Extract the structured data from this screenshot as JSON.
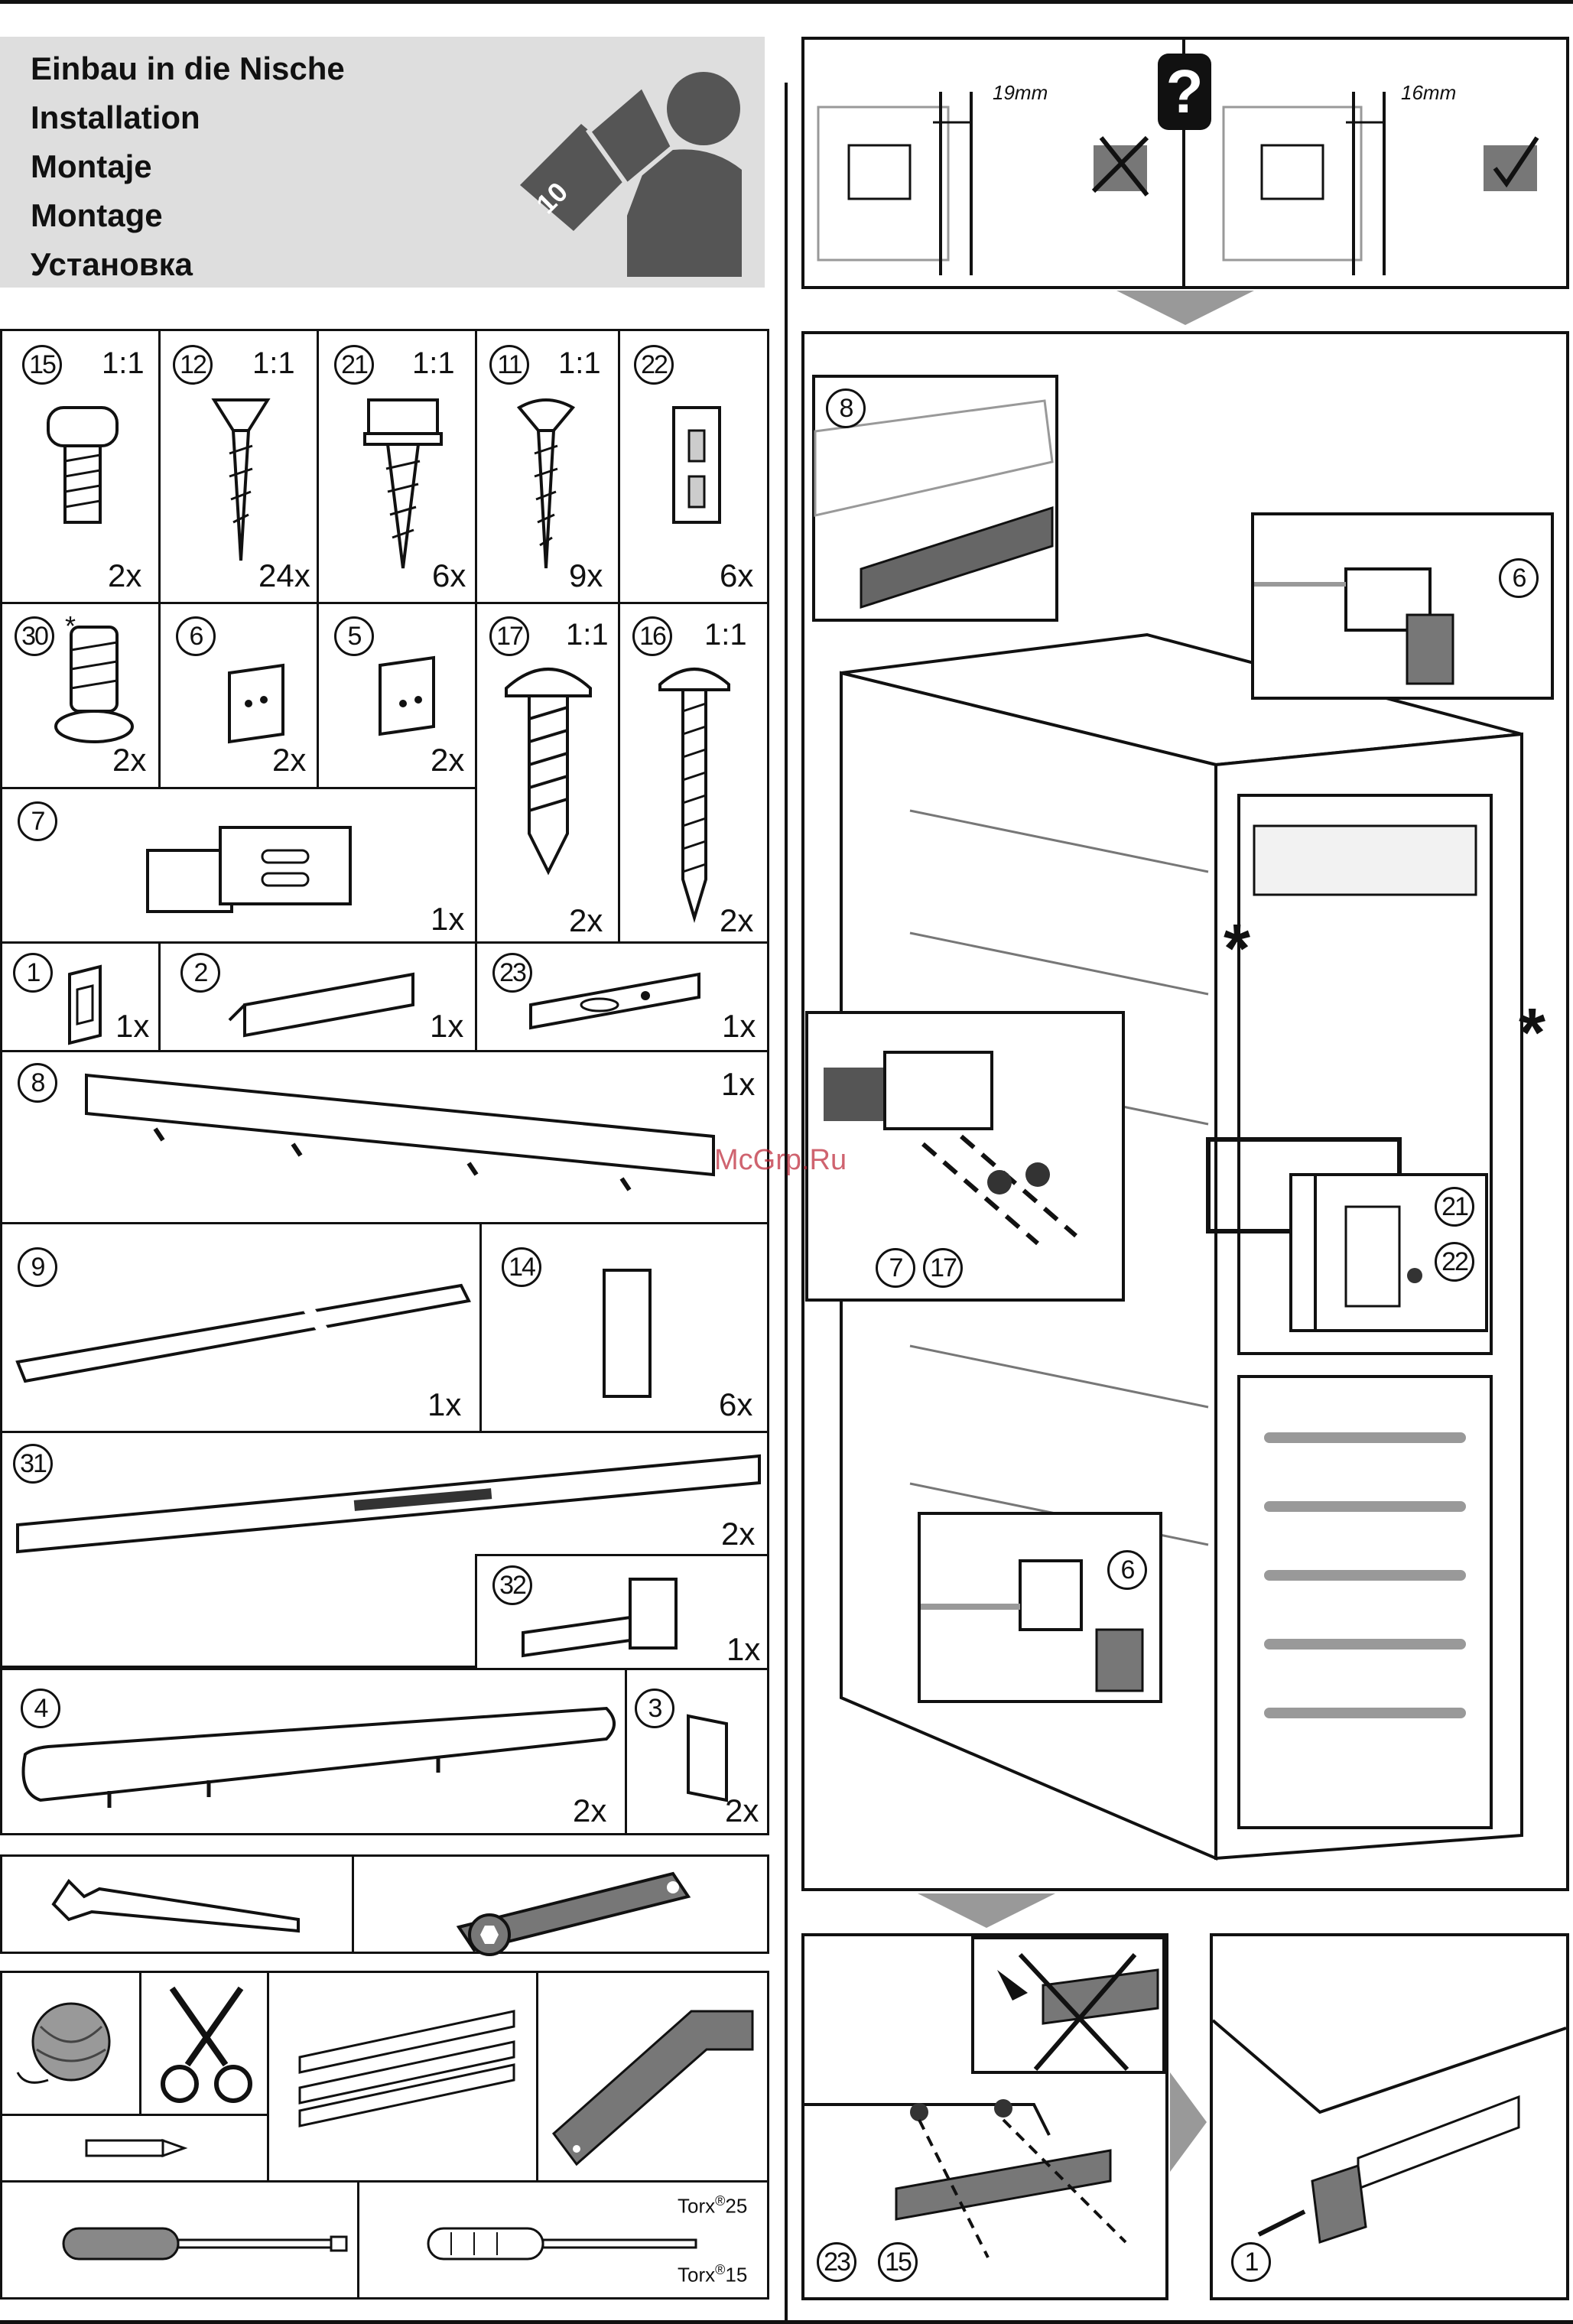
{
  "header": {
    "lines": [
      "Einbau in die Nische",
      "Installation",
      "Montaje",
      "Montage",
      "Установка"
    ],
    "manual_icon_number": "10"
  },
  "parts": [
    {
      "num": "15",
      "ratio": "1:1",
      "qty": "2x"
    },
    {
      "num": "12",
      "ratio": "1:1",
      "qty": "24x"
    },
    {
      "num": "21",
      "ratio": "1:1",
      "qty": "6x"
    },
    {
      "num": "11",
      "ratio": "1:1",
      "qty": "9x"
    },
    {
      "num": "22",
      "ratio": "",
      "qty": "6x"
    },
    {
      "num": "30",
      "ratio": "",
      "qty": "2x",
      "asterisk": "*"
    },
    {
      "num": "6",
      "ratio": "",
      "qty": "2x"
    },
    {
      "num": "5",
      "ratio": "",
      "qty": "2x"
    },
    {
      "num": "17",
      "ratio": "1:1",
      "qty": "2x"
    },
    {
      "num": "16",
      "ratio": "1:1",
      "qty": "2x"
    },
    {
      "num": "7",
      "ratio": "",
      "qty": "1x"
    },
    {
      "num": "1",
      "ratio": "",
      "qty": "1x"
    },
    {
      "num": "2",
      "ratio": "",
      "qty": "1x"
    },
    {
      "num": "23",
      "ratio": "",
      "qty": "1x"
    },
    {
      "num": "8",
      "ratio": "",
      "qty": "1x"
    },
    {
      "num": "9",
      "ratio": "",
      "qty": "1x"
    },
    {
      "num": "14",
      "ratio": "",
      "qty": "6x"
    },
    {
      "num": "31",
      "ratio": "",
      "qty": "2x"
    },
    {
      "num": "32",
      "ratio": "",
      "qty": "1x"
    },
    {
      "num": "4",
      "ratio": "",
      "qty": "2x"
    },
    {
      "num": "3",
      "ratio": "",
      "qty": "2x"
    }
  ],
  "tools": {
    "torx_top_label": "Torx",
    "torx_top_size": "25",
    "torx_bottom_label": "Torx",
    "torx_bottom_size": "15",
    "registered": "®"
  },
  "top_check": {
    "left_mm": "19mm",
    "right_mm": "16mm",
    "question": "?"
  },
  "main_labels": {
    "top_callout": "8",
    "right_callout": "6",
    "left_callout_a": "7",
    "left_callout_b": "17",
    "mid_callout_a": "21",
    "mid_callout_b": "22",
    "bottom_callout": "6",
    "asterisk": "*"
  },
  "bottom_labels": {
    "left_a": "23",
    "left_b": "15",
    "right": "1"
  },
  "watermark": "McGrp.Ru"
}
